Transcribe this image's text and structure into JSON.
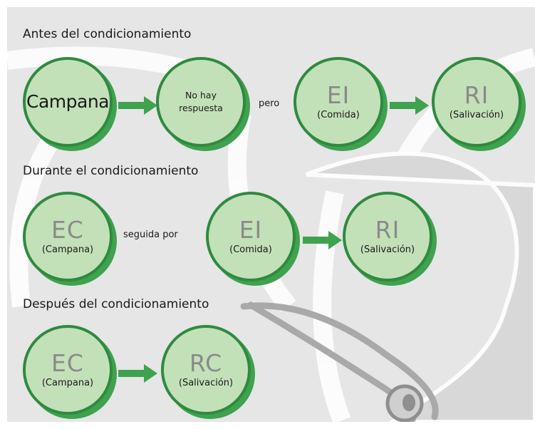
{
  "sections": [
    {
      "title": "Antes del condicionamiento",
      "nodes": [
        {
          "word": "Campana"
        },
        {
          "line1": "No hay",
          "line2": "respuesta"
        },
        {
          "big": "EI",
          "sub": "(Comida)"
        },
        {
          "big": "RI",
          "sub": "(Salivación)"
        }
      ],
      "connector": "pero"
    },
    {
      "title": "Durante el condicionamiento",
      "nodes": [
        {
          "big": "EC",
          "sub": "(Campana)"
        },
        {
          "big": "EI",
          "sub": "(Comida)"
        },
        {
          "big": "RI",
          "sub": "(Salivación)"
        }
      ],
      "connector": "seguida por"
    },
    {
      "title": "Después del condicionamiento",
      "nodes": [
        {
          "big": "EC",
          "sub": "(Campana)"
        },
        {
          "big": "RC",
          "sub": "(Salivación)"
        }
      ]
    }
  ],
  "colors": {
    "node_fill": "#c3e1b8",
    "node_border": "#2f8a3f",
    "node_shadow": "#3fa24e",
    "arrow": "#3fa24e",
    "background": "#e6e6e6"
  },
  "icons": [
    "bell-illustration",
    "arrow-right-icon"
  ]
}
